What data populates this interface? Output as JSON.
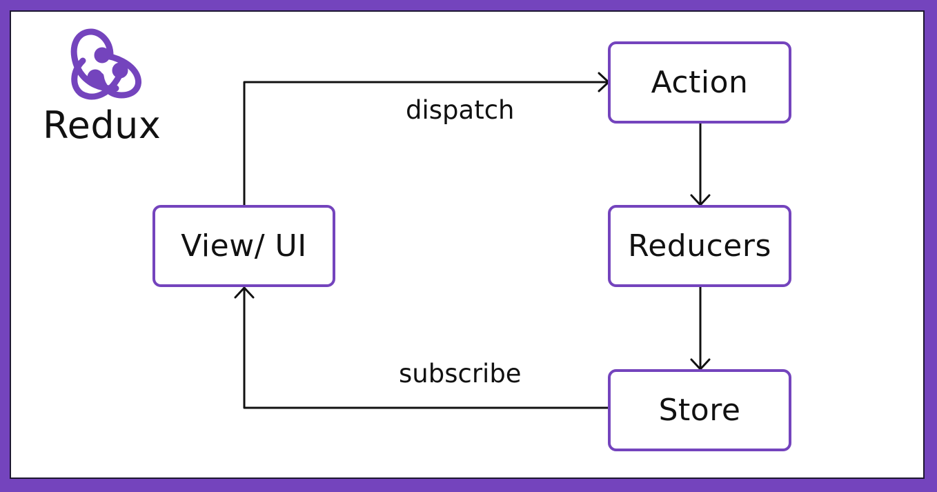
{
  "brand": {
    "name": "Redux",
    "logo_icon": "redux-logo-icon",
    "accent_color": "#7444bd"
  },
  "diagram": {
    "nodes": {
      "action": "Action",
      "reducers": "Reducers",
      "store": "Store",
      "view": "View/ UI"
    },
    "edges": {
      "dispatch": "dispatch",
      "subscribe": "subscribe"
    }
  }
}
